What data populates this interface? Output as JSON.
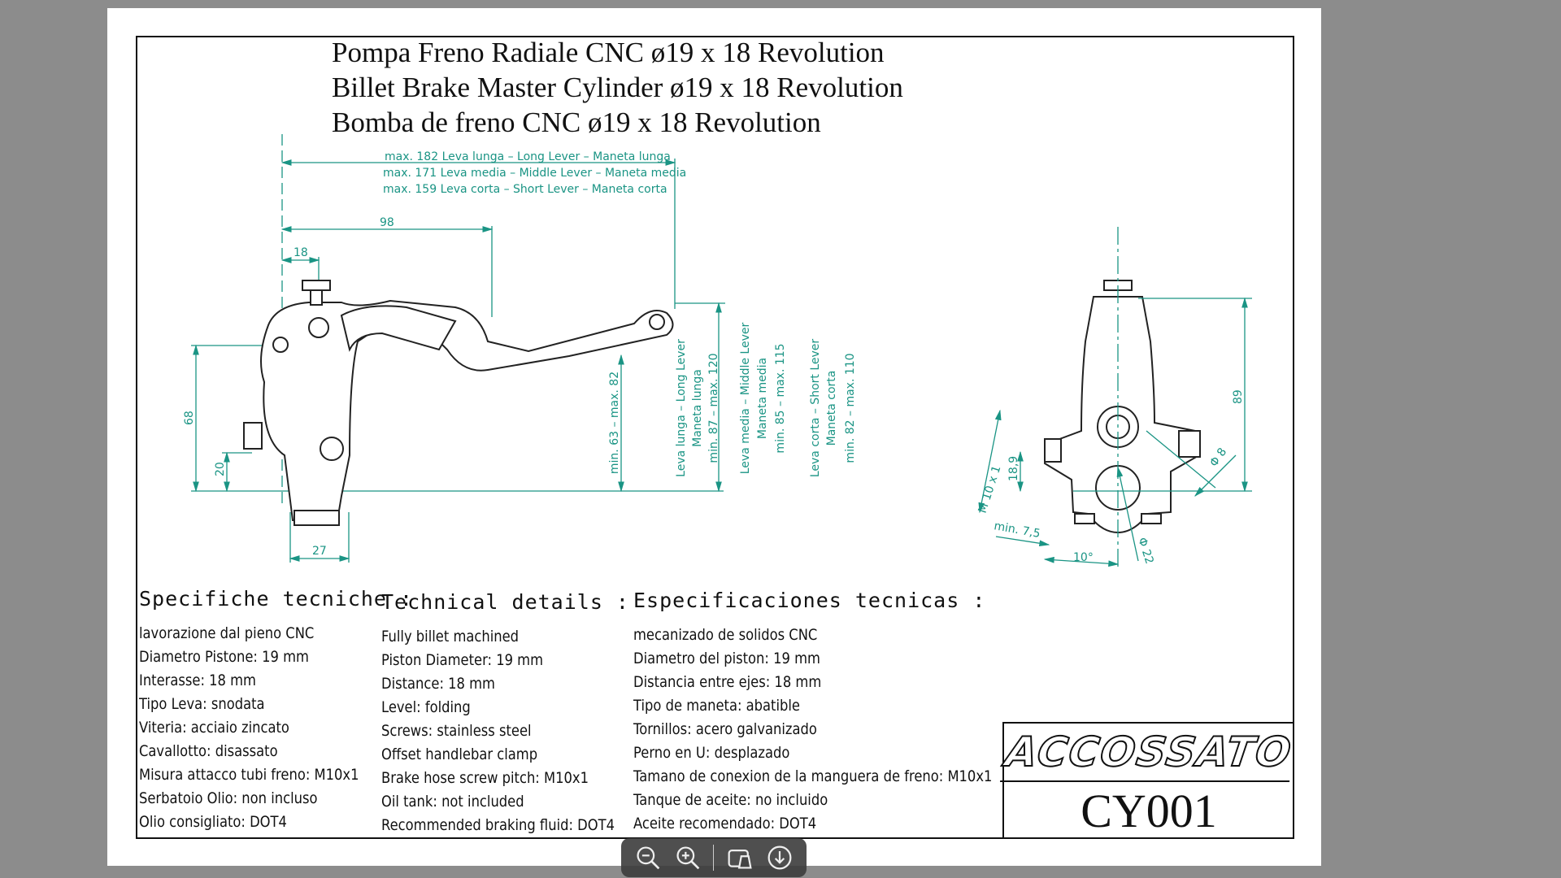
{
  "titles": [
    "Pompa Freno Radiale CNC  ø19 x 18 Revolution",
    "Billet Brake Master Cylinder ø19 x 18 Revolution",
    "Bomba de freno CNC ø19 x 18 Revolution"
  ],
  "dimensions": {
    "lever_lengths": [
      "max. 182  Leva lunga – Long Lever – Maneta lunga",
      "max. 171  Leva media – Middle Lever – Maneta media",
      "max. 159  Leva corta – Short Lever – Maneta corta"
    ],
    "d98": "98",
    "d18": "18",
    "d68": "68",
    "d20": "20",
    "d27": "27",
    "min63": "min. 63 – max. 82",
    "long": [
      "Leva lunga – Long Lever",
      "Maneta lunga",
      "min. 87 – max. 120"
    ],
    "middle": [
      "Leva media – Middle Lever",
      "Maneta media",
      "min. 85 – max. 115"
    ],
    "short": [
      "Leva corta – Short Lever",
      "Maneta corta",
      "min. 82 – max. 110"
    ],
    "d89": "89",
    "d18_9": "18,9",
    "m10": "M 10 x 1",
    "min7_5": "min. 7,5",
    "deg10": "10°",
    "phi22": "Φ 22",
    "phi8": "Φ 8"
  },
  "specs": [
    {
      "heading": "Specifiche tecniche :",
      "rows": [
        "lavorazione dal pieno CNC",
        "Diametro Pistone: 19 mm",
        "Interasse: 18 mm",
        "Tipo Leva: snodata",
        "Viteria: acciaio zincato",
        "Cavallotto: disassato",
        "Misura attacco tubi freno: M10x1",
        "Serbatoio Olio: non incluso",
        "Olio consigliato: DOT4"
      ]
    },
    {
      "heading": "Technical details :",
      "rows": [
        "Fully billet machined",
        "Piston Diameter: 19 mm",
        "Distance: 18 mm",
        "Level: folding",
        "Screws: stainless steel",
        "Offset handlebar clamp",
        "Brake hose screw pitch: M10x1",
        "Oil tank: not included",
        "Recommended braking fluid: DOT4"
      ]
    },
    {
      "heading": "Especificaciones tecnicas :",
      "rows": [
        "mecanizado de solidos CNC",
        "Diametro del piston: 19 mm",
        "Distancia entre ejes: 18 mm",
        "Tipo de maneta: abatible",
        "Tornillos: acero galvanizado",
        "Perno en U: desplazado",
        "Tamano de conexion de la manguera de freno: M10x1",
        "Tanque de aceite: no incluido",
        "Aceite recomendado: DOT4"
      ]
    }
  ],
  "brand": "ACCOSSATO",
  "part_code": "CY001",
  "toolbar": {
    "icons": [
      "zoom-out-icon",
      "zoom-in-icon",
      "image-stack-icon",
      "download-icon"
    ]
  },
  "colors": {
    "dimension": "#1a9484",
    "background": "#8c8c8c"
  }
}
